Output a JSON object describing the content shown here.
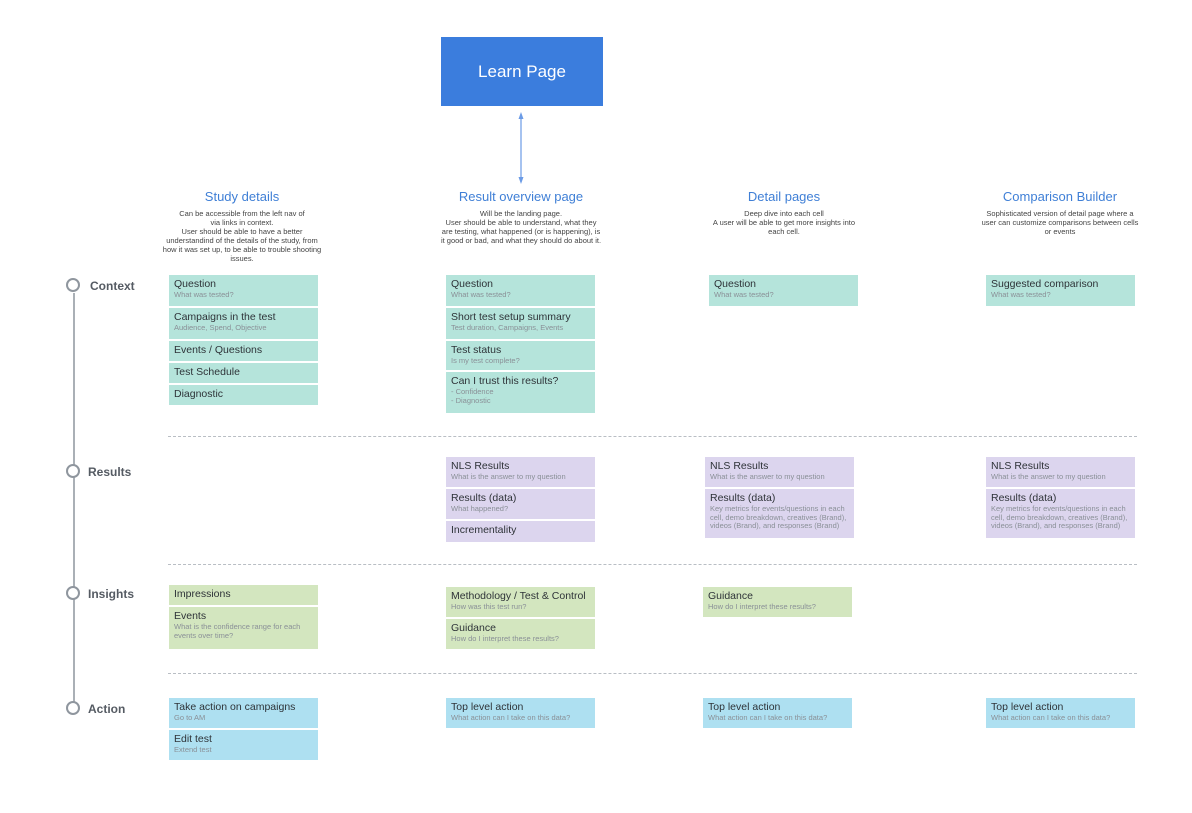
{
  "learn_page": "Learn Page",
  "columns": [
    {
      "title": "Study details",
      "desc": "Can be accessible from the left nav of\nvia links in context.\nUser should be able to have a better\nunderstandind of the details of the study, from\nhow it was set up, to be able to trouble shooting\nissues."
    },
    {
      "title": "Result overview page",
      "desc": "Will be the landing page.\nUser should be able to understand, what they\nare testing, what happened (or is happening), is\nit good or bad, and what they should do about it."
    },
    {
      "title": "Detail pages",
      "desc": "Deep dive into each cell\nA user will be able to get more insights into\neach cell."
    },
    {
      "title": "Comparison Builder",
      "desc": "Sophisticated version of detail page where a\nuser can customize comparisons between cells\nor events"
    }
  ],
  "rows": [
    "Context",
    "Results",
    "Insights",
    "Action"
  ],
  "cards": {
    "c1_context": [
      {
        "title": "Question",
        "sub": "What was tested?"
      },
      {
        "title": "Campaigns in the test",
        "sub": "Audience, Spend, Objective"
      },
      {
        "title": "Events / Questions",
        "sub": ""
      },
      {
        "title": "Test Schedule",
        "sub": ""
      },
      {
        "title": "Diagnostic",
        "sub": ""
      }
    ],
    "c2_context": [
      {
        "title": "Question",
        "sub": "What was tested?"
      },
      {
        "title": "Short test setup summary",
        "sub": "Test duration, Campaigns, Events"
      },
      {
        "title": "Test status",
        "sub": "Is my test complete?"
      },
      {
        "title": "Can I trust this results?",
        "sub": "- Confidence\n- Diagnostic"
      }
    ],
    "c3_context": [
      {
        "title": "Question",
        "sub": "What was tested?"
      }
    ],
    "c4_context": [
      {
        "title": "Suggested comparison",
        "sub": "What was tested?"
      }
    ],
    "c2_results": [
      {
        "title": "NLS Results",
        "sub": "What is the answer to my question"
      },
      {
        "title": "Results (data)",
        "sub": "What happened?"
      },
      {
        "title": "Incrementality",
        "sub": ""
      }
    ],
    "c3_results": [
      {
        "title": "NLS Results",
        "sub": "What is the answer to my question"
      },
      {
        "title": "Results (data)",
        "sub": "Key metrics for events/questions in each\ncell, demo breakdown, creatives (Brand),\nvideos (Brand), and responses (Brand)"
      }
    ],
    "c4_results": [
      {
        "title": "NLS Results",
        "sub": "What is the answer to my question"
      },
      {
        "title": "Results (data)",
        "sub": "Key metrics for events/questions in each\ncell, demo breakdown, creatives (Brand),\nvideos (Brand), and responses (Brand)"
      }
    ],
    "c1_insights": [
      {
        "title": "Impressions",
        "sub": ""
      },
      {
        "title": "Events",
        "sub": "What is the confidence range for each\nevents over time?"
      }
    ],
    "c2_insights": [
      {
        "title": "Methodology / Test & Control",
        "sub": "How was this test run?"
      },
      {
        "title": "Guidance",
        "sub": "How do I interpret these results?"
      }
    ],
    "c3_insights": [
      {
        "title": "Guidance",
        "sub": "How do I interpret these results?"
      }
    ],
    "c1_action": [
      {
        "title": "Take action on campaigns",
        "sub": "Go to AM"
      },
      {
        "title": "Edit test",
        "sub": "Extend test"
      }
    ],
    "c2_action": [
      {
        "title": "Top level action",
        "sub": "What action can I take on this data?"
      }
    ],
    "c3_action": [
      {
        "title": "Top level action",
        "sub": "What action can I take on this data?"
      }
    ],
    "c4_action": [
      {
        "title": "Top level action",
        "sub": "What action can I take on this data?"
      }
    ]
  },
  "colors": {
    "learn": "#3b7ddd",
    "teal": "#b5e4db",
    "purple": "#dcd5ee",
    "green": "#d3e6bf",
    "blue": "#aee0f1",
    "title": "#3f7fd6"
  }
}
